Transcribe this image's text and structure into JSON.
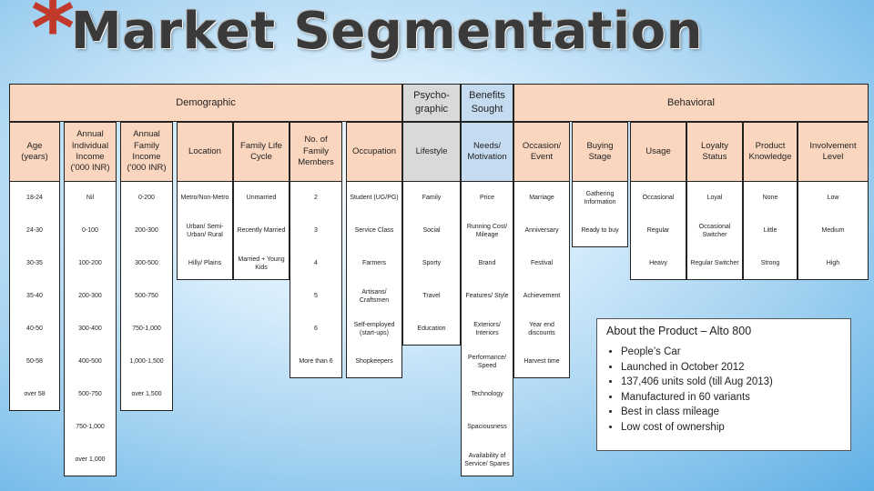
{
  "slide": {
    "title": "Market Segmentation"
  },
  "groups": {
    "demographic": "Demographic",
    "psychographic": "Psycho-\ngraphic",
    "benefits": "Benefits Sought",
    "behavioral": "Behavioral"
  },
  "columns": [
    {
      "header": "Age\n(years)",
      "cells": [
        "18-24",
        "24-30",
        "30-35",
        "35-40",
        "40-50",
        "50-58",
        "over 58"
      ]
    },
    {
      "header": "Annual Individual Income\n('000 INR)",
      "cells": [
        "Nil",
        "0-100",
        "100-200",
        "200-300",
        "300-400",
        "400-500",
        "500-750",
        "750-1,000",
        "over 1,000"
      ]
    },
    {
      "header": "Annual Family Income\n('000 INR)",
      "cells": [
        "0-200",
        "200-300",
        "300-500",
        "500-750",
        "750-1,000",
        "1,000-1,500",
        "over 1,500"
      ]
    },
    {
      "header": "Location",
      "cells": [
        "Metro/Non-Metro",
        "Urban/ Semi-Urban/ Rural",
        "Hilly/ Plains"
      ]
    },
    {
      "header": "Family Life Cycle",
      "cells": [
        "Unmarried",
        "Recently Married",
        "Married + Young Kids"
      ]
    },
    {
      "header": "No. of Family Members",
      "cells": [
        "2",
        "3",
        "4",
        "5",
        "6",
        "More than 6"
      ]
    },
    {
      "header": "Occupation",
      "cells": [
        "Student (UG/PG)",
        "Service Class",
        "Farmers",
        "Artisans/ Craftsmen",
        "Self-employed (start-ups)",
        "Shopkeepers"
      ]
    },
    {
      "header": "Lifestyle",
      "cells": [
        "Family",
        "Social",
        "Sporty",
        "Travel",
        "Education"
      ]
    },
    {
      "header": "Needs/ Motivation",
      "cells": [
        "Price",
        "Running Cost/ Mileage",
        "Brand",
        "Features/ Style",
        "Exteriors/ Interiors",
        "Performance/ Speed",
        "Technology",
        "Spaciousness",
        "Availability of Service/ Spares"
      ]
    },
    {
      "header": "Occasion/ Event",
      "cells": [
        "Marriage",
        "Anniversary",
        "Festival",
        "Achievement",
        "Year end discounts",
        "Harvest time"
      ]
    },
    {
      "header": "Buying Stage",
      "cells": [
        "Gathering Information",
        "Ready to buy"
      ]
    },
    {
      "header": "Usage",
      "cells": [
        "Occasional",
        "Regular",
        "Heavy"
      ]
    },
    {
      "header": "Loyalty Status",
      "cells": [
        "Loyal",
        "Occasional Switcher",
        "Regular Switcher"
      ]
    },
    {
      "header": "Product Knowledge",
      "cells": [
        "None",
        "Little",
        "Strong"
      ]
    },
    {
      "header": "Involvement Level",
      "cells": [
        "Low",
        "Medium",
        "High"
      ]
    }
  ],
  "product": {
    "title": "About the Product – Alto 800",
    "bullets": [
      "People’s Car",
      "Launched in October 2012",
      "137,406 units sold (till Aug 2013)",
      "Manufactured in 60 variants",
      "Best in class mileage",
      "Low cost of ownership"
    ]
  }
}
